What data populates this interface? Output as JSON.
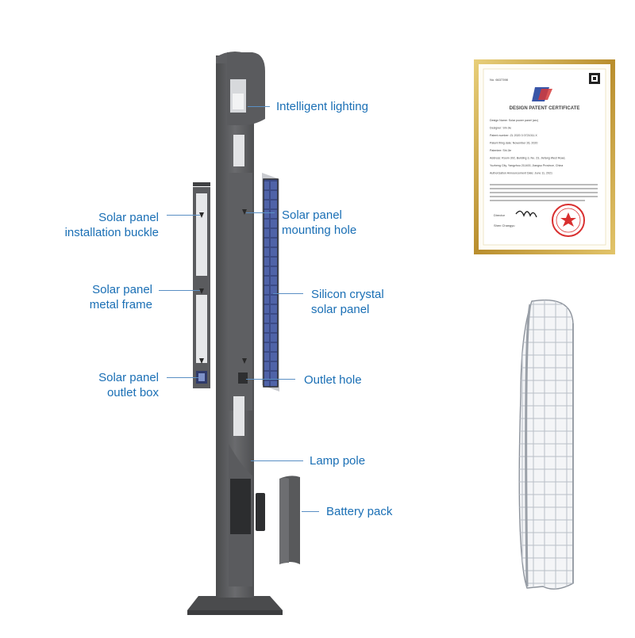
{
  "labels_left": [
    {
      "key": "installation_buckle",
      "lines": [
        "Solar panel",
        "installation buckle"
      ]
    },
    {
      "key": "metal_frame",
      "lines": [
        "Solar panel",
        "metal frame"
      ]
    },
    {
      "key": "outlet_box",
      "lines": [
        "Solar panel",
        "outlet box"
      ]
    }
  ],
  "labels_right": [
    {
      "key": "intelligent_lighting",
      "lines": [
        "Intelligent lighting"
      ]
    },
    {
      "key": "mounting_hole",
      "lines": [
        "Solar panel",
        "mounting hole"
      ]
    },
    {
      "key": "silicon_panel",
      "lines": [
        "Silicon crystal",
        "solar panel"
      ]
    },
    {
      "key": "outlet_hole",
      "lines": [
        "Outlet hole"
      ]
    },
    {
      "key": "lamp_pole",
      "lines": [
        "Lamp pole"
      ]
    },
    {
      "key": "battery_pack",
      "lines": [
        "Battery pack"
      ]
    }
  ],
  "certificate": {
    "number": "No. 6637398",
    "title": "DESIGN PATENT CERTIFICATE",
    "fields": [
      "Design Name:  Solar power panel (arc)",
      "Designer:  Shi Jie",
      "Patent number:  ZL 2020 3 0721011.X",
      "Patent filing date:  November 26, 2020",
      "Patentee:  Shi Jie",
      "Address:  Room 302, Building 3, No. 23, Jiefang West Road,",
      "Yuzheng City, Yangzhou 211400, Jiangsu Province, China",
      "Authorization Announcement Date:  June 11, 2021"
    ],
    "director_label": "Director",
    "director_name": "Shen Changyu"
  },
  "colors": {
    "label_blue": "#1a6fb5",
    "pole_gray": "#58595b",
    "frame_gold": "#c9a443"
  }
}
